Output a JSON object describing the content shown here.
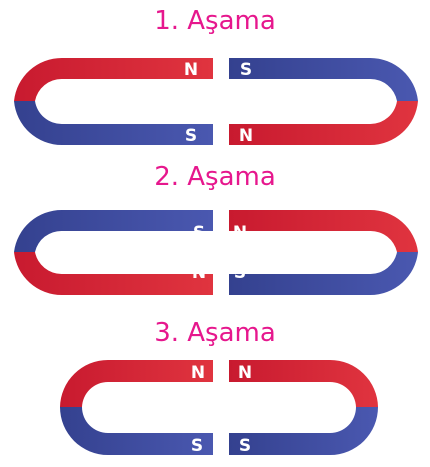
{
  "stages": [
    {
      "title": "1. Aşama",
      "left_magnet": {
        "top_pole": "N",
        "bottom_pole": "S"
      },
      "right_magnet": {
        "top_pole": "S",
        "bottom_pole": "N"
      }
    },
    {
      "title": "2. Aşama",
      "left_magnet": {
        "top_pole": "S",
        "bottom_pole": "N"
      },
      "right_magnet": {
        "top_pole": "N",
        "bottom_pole": "S"
      }
    },
    {
      "title": "3. Aşama",
      "left_magnet": {
        "top_pole": "N",
        "bottom_pole": "S"
      },
      "right_magnet": {
        "top_pole": "N",
        "bottom_pole": "S"
      }
    }
  ],
  "colors": {
    "title": "#e6178d",
    "north": "#d21f36",
    "south": "#3b479c",
    "label": "#ffffff"
  }
}
